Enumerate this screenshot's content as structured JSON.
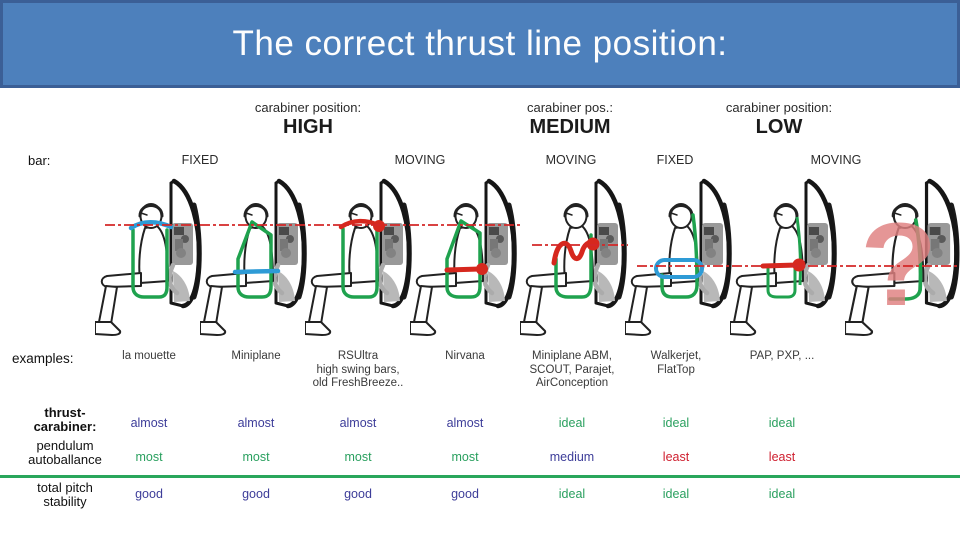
{
  "title": "The correct thrust line position:",
  "question_mark": "?",
  "carabiner_headers": [
    {
      "label": "carabiner position:",
      "value": "HIGH"
    },
    {
      "label": "carabiner pos.:",
      "value": "MEDIUM"
    },
    {
      "label": "carabiner position:",
      "value": "LOW"
    }
  ],
  "bar_row": {
    "label": "bar:",
    "values": [
      "FIXED",
      "MOVING",
      "MOVING",
      "FIXED",
      "MOVING"
    ]
  },
  "examples": {
    "label": "examples:",
    "items": [
      {
        "lines": [
          "la mouette"
        ]
      },
      {
        "lines": [
          "Miniplane"
        ]
      },
      {
        "lines": [
          "RSUltra",
          "high swing bars,",
          "old FreshBreeze.."
        ]
      },
      {
        "lines": [
          "Nirvana"
        ]
      },
      {
        "lines": [
          "Miniplane ABM,",
          "SCOUT, Parajet,",
          "AirConception"
        ]
      },
      {
        "lines": [
          "Walkerjet,",
          "FlatTop"
        ]
      },
      {
        "lines": [
          "PAP, PXP, ..."
        ]
      }
    ]
  },
  "ratings": {
    "rows": [
      {
        "label_lines": [
          "thrust-",
          "carabiner:"
        ],
        "values": [
          {
            "text": "almost",
            "color": "blue"
          },
          {
            "text": "almost",
            "color": "blue"
          },
          {
            "text": "almost",
            "color": "blue"
          },
          {
            "text": "almost",
            "color": "blue"
          },
          {
            "text": "ideal",
            "color": "green"
          },
          {
            "text": "ideal",
            "color": "green"
          },
          {
            "text": "ideal",
            "color": "green"
          }
        ]
      },
      {
        "label_lines": [
          "pendulum",
          "autoballance"
        ],
        "values": [
          {
            "text": "most",
            "color": "green"
          },
          {
            "text": "most",
            "color": "green"
          },
          {
            "text": "most",
            "color": "green"
          },
          {
            "text": "most",
            "color": "green"
          },
          {
            "text": "medium",
            "color": "blue"
          },
          {
            "text": "least",
            "color": "red"
          },
          {
            "text": "least",
            "color": "red"
          }
        ]
      },
      {
        "label_lines": [
          "total pitch",
          "stability"
        ],
        "values": [
          {
            "text": "good",
            "color": "blue"
          },
          {
            "text": "good",
            "color": "blue"
          },
          {
            "text": "good",
            "color": "blue"
          },
          {
            "text": "good",
            "color": "blue"
          },
          {
            "text": "ideal",
            "color": "green"
          },
          {
            "text": "ideal",
            "color": "green"
          },
          {
            "text": "ideal",
            "color": "green"
          }
        ]
      }
    ]
  },
  "colors": {
    "title_bar": "#4d80bc",
    "title_bar_border": "#3b5f96",
    "rating_blue": "#3d3d99",
    "rating_green": "#2aa05f",
    "rating_red": "#cf2030",
    "thrust_line_red": "#d42727",
    "harness_green": "#1fa24e",
    "bar_blue": "#2e9bd6",
    "bar_red": "#d6281e",
    "question_pink": "#e08080",
    "divider_green": "#29a65b"
  }
}
